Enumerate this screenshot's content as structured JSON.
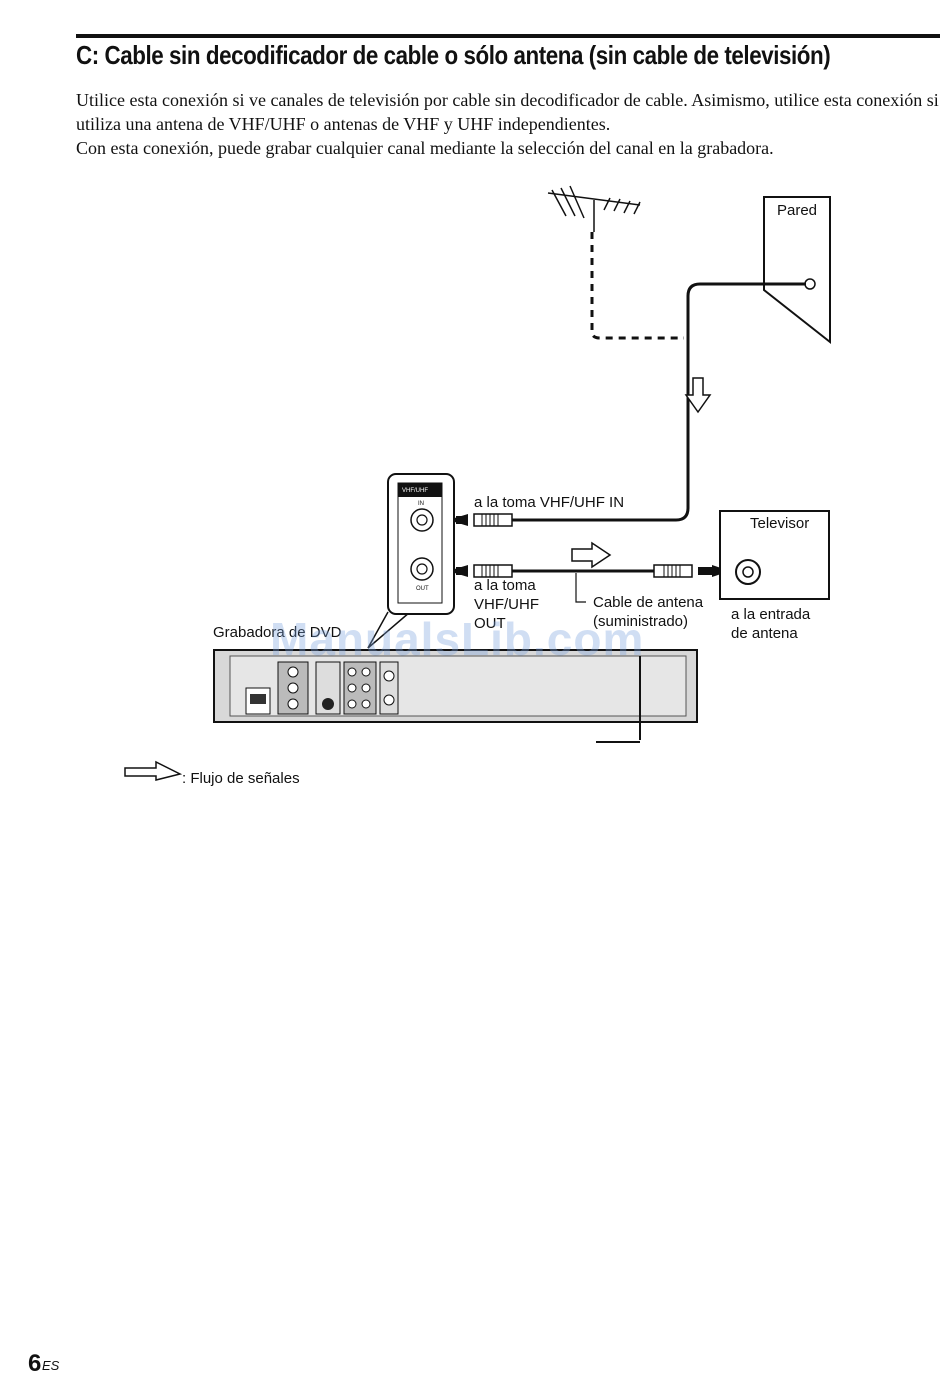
{
  "heading": "C: Cable sin decodificador de cable o sólo antena (sin cable de televisión)",
  "paragraphs": [
    "Utilice esta conexión si ve canales de televisión por cable sin decodificador de cable. Asimismo, utilice esta conexión si utiliza una antena de VHF/UHF o antenas de VHF y UHF independientes.",
    "Con esta conexión, puede grabar cualquier canal mediante la selección del canal en la grabadora."
  ],
  "diagram": {
    "wall_label": "Pared",
    "tv_label": "Televisor",
    "recorder_label": "Grabadora de DVD",
    "panel_header": "VHF/UHF",
    "panel_in": "IN",
    "panel_out": "OUT",
    "to_vhf_in": "a la toma VHF/UHF IN",
    "to_vhf_out_lines": [
      "a la toma",
      "VHF/UHF",
      "OUT"
    ],
    "antenna_cable_lines": [
      "Cable de antena",
      "(suministrado)"
    ],
    "antenna_input_lines": [
      "a la entrada",
      "de antena"
    ]
  },
  "legend": {
    "text": ": Flujo de señales"
  },
  "watermark": "ManualsLib.com",
  "footer": {
    "page_number": "6",
    "suffix": "ES"
  }
}
